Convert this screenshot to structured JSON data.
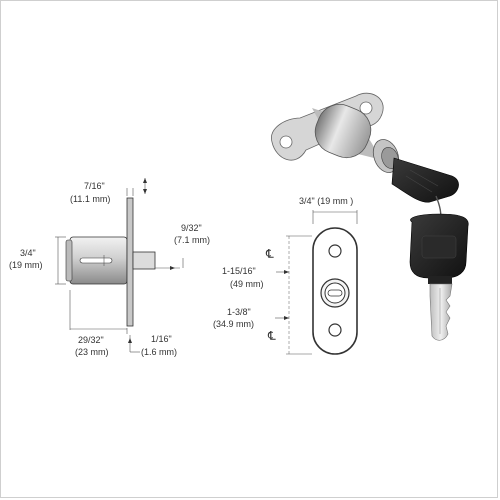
{
  "dimensions": {
    "top_width": "7/16\"",
    "top_width_mm": "(11.1 mm)",
    "height": "3/4\"",
    "height_mm": "(19 mm)",
    "cam_length": "9/32\"",
    "cam_length_mm": "(7.1 mm)",
    "body_length": "29/32\"",
    "body_length_mm": "(23 mm)",
    "plate_thickness": "1/16\"",
    "plate_thickness_mm": "(1.6 mm)",
    "plate_width": "3/4\" (19 mm )",
    "hole_spacing": "1-15/16\"",
    "hole_spacing_mm": "(49 mm)",
    "center_offset": "1-3/8\"",
    "center_offset_mm": "(34.9 mm)"
  },
  "centerline_symbol": "℄",
  "colors": {
    "line": "#333333",
    "metal_light": "#e6e6e6",
    "metal_dark": "#8a8a8a",
    "key_black": "#1a1a1a"
  }
}
